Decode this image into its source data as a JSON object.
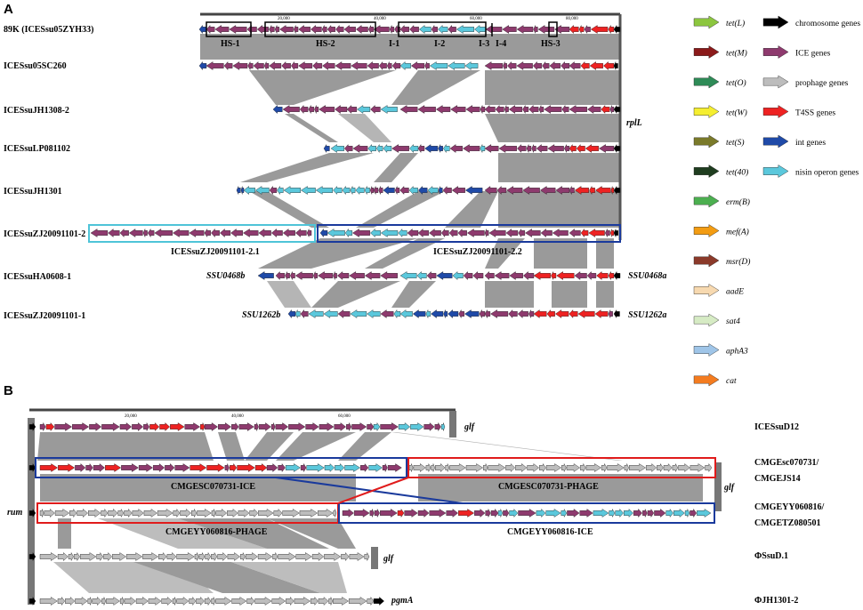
{
  "panelA": {
    "label": "A",
    "rows": [
      {
        "name": "89K (ICESsu05ZYH33)"
      },
      {
        "name": "ICESsu05SC260"
      },
      {
        "name": "ICESsuJH1308-2"
      },
      {
        "name": "ICESsuLP081102"
      },
      {
        "name": "ICESsuJH1301"
      },
      {
        "name": "ICESsuZJ20091101-2"
      },
      {
        "name": "ICESsuHA0608-1"
      },
      {
        "name": "ICESsuZJ20091101-1"
      }
    ],
    "ruler_ticks": [
      "20,000",
      "40,000",
      "60,000",
      "80,000"
    ],
    "region_labels": [
      "HS-1",
      "HS-2",
      "I-1",
      "I-2",
      "I-3",
      "I-4",
      "HS-3"
    ],
    "annotations": {
      "rplL": "rplL",
      "sub1": "ICESsuZJ20091101-2.1",
      "sub2": "ICESsuZJ20091101-2.2",
      "ssu0468b": "SSU0468b",
      "ssu0468a": "SSU0468a",
      "ssu1262b": "SSU1262b",
      "ssu1262a": "SSU1262a"
    },
    "legend_left": [
      {
        "label": "tet(L)",
        "color": "#8cc63f"
      },
      {
        "label": "tet(M)",
        "color": "#8b1a1a"
      },
      {
        "label": "tet(O)",
        "color": "#2e8b57"
      },
      {
        "label": "tet(W)",
        "color": "#f5ee30"
      },
      {
        "label": "tet(S)",
        "color": "#7a7a2a"
      },
      {
        "label": "tet(40)",
        "color": "#1f3d1f"
      },
      {
        "label": "erm(B)",
        "color": "#4caf50"
      },
      {
        "label": "mef(A)",
        "color": "#f39c12"
      },
      {
        "label": "msr(D)",
        "color": "#8b3a2a"
      },
      {
        "label": "aadE",
        "color": "#f7d9b0"
      },
      {
        "label": "sat4",
        "color": "#d6ebc4"
      },
      {
        "label": "aphA3",
        "color": "#9fc5e8"
      },
      {
        "label": "cat",
        "color": "#f47c20"
      }
    ],
    "legend_right": [
      {
        "label": "chromosome genes",
        "color": "#000000"
      },
      {
        "label": "ICE genes",
        "color": "#8e3a6e"
      },
      {
        "label": "prophage genes",
        "color": "#bdbdbd"
      },
      {
        "label": "T4SS genes",
        "color": "#ee2222"
      },
      {
        "label": "int genes",
        "color": "#1f4aa8"
      },
      {
        "label": "nisin operon genes",
        "color": "#5bc8dc"
      }
    ]
  },
  "panelB": {
    "label": "B",
    "ruler_ticks": [
      "20,000",
      "40,000",
      "60,000"
    ],
    "rows": [
      {
        "name": "ICESsuD12"
      },
      {
        "name": "CMGEsc070731/",
        "name2": "CMGEJS14"
      },
      {
        "name": "CMGEYY060816/",
        "name2": "CMGETZ080501"
      },
      {
        "name": "ΦSsuD.1"
      },
      {
        "name": "ΦJH1301-2"
      }
    ],
    "annotations": {
      "glf": "glf",
      "rum": "rum",
      "pgmA": "pgmA",
      "ice1": "CMGESC070731-ICE",
      "phage1": "CMGESC070731-PHAGE",
      "phage2": "CMGEYY060816-PHAGE",
      "ice2": "CMGEYY060816-ICE"
    }
  },
  "colors": {
    "chromosome": "#000000",
    "ice": "#8e3a6e",
    "prophage": "#bdbdbd",
    "t4ss": "#ee2222",
    "int": "#1f4aa8",
    "nisin": "#5bc8dc",
    "homology": "#9a9a9a",
    "box_blue": "#1a3a9c",
    "box_red": "#e01b1b",
    "box_cyan": "#4fc4d8"
  }
}
